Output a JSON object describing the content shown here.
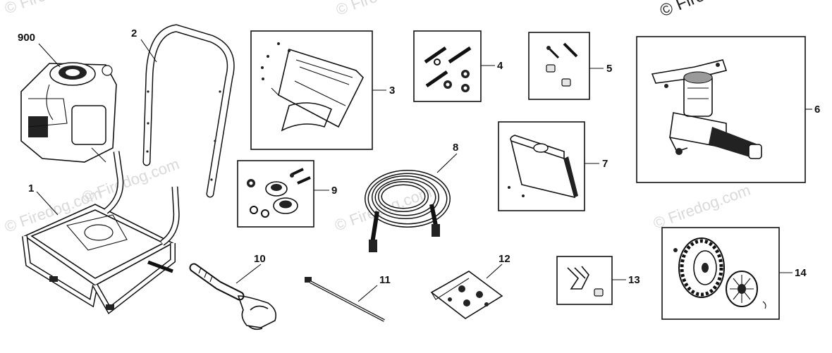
{
  "diagram": {
    "watermarks": [
      "© Firedog.com",
      "© Firedog.com",
      "© Firedog.com",
      "© Firedog.com",
      "© Firedog.com",
      "© Firedog.com",
      "© Fire"
    ],
    "callouts": [
      {
        "label": "900",
        "part": "engine"
      },
      {
        "label": "1",
        "part": "frame-base"
      },
      {
        "label": "2",
        "part": "handle"
      },
      {
        "label": "3",
        "part": "bracket-kit"
      },
      {
        "label": "4",
        "part": "bolt-kit"
      },
      {
        "label": "5",
        "part": "screw-kit"
      },
      {
        "label": "6",
        "part": "pump"
      },
      {
        "label": "7",
        "part": "detergent-tank"
      },
      {
        "label": "8",
        "part": "high-pressure-hose"
      },
      {
        "label": "9",
        "part": "wheel-hardware-kit"
      },
      {
        "label": "10",
        "part": "spray-gun"
      },
      {
        "label": "11",
        "part": "spray-wand"
      },
      {
        "label": "12",
        "part": "hardware-bag"
      },
      {
        "label": "13",
        "part": "hook-clip"
      },
      {
        "label": "14",
        "part": "wheel-assembly"
      }
    ]
  }
}
